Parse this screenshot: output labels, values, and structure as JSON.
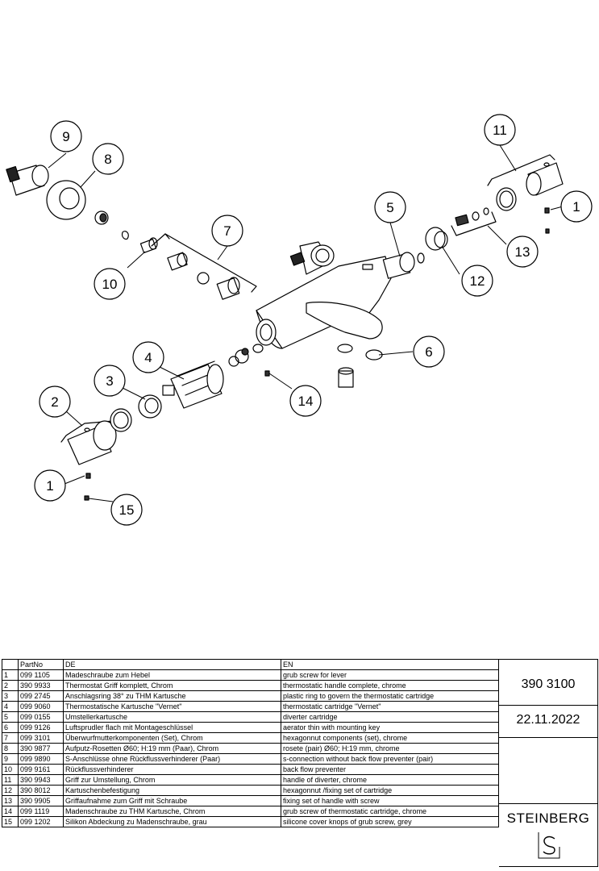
{
  "callouts": [
    {
      "num": "9"
    },
    {
      "num": "8"
    },
    {
      "num": "10"
    },
    {
      "num": "7"
    },
    {
      "num": "4"
    },
    {
      "num": "3"
    },
    {
      "num": "2"
    },
    {
      "num": "1"
    },
    {
      "num": "15"
    },
    {
      "num": "14"
    },
    {
      "num": "6"
    },
    {
      "num": "5"
    },
    {
      "num": "12"
    },
    {
      "num": "11"
    },
    {
      "num": "13"
    },
    {
      "num": "1"
    }
  ],
  "table": {
    "headers": [
      "",
      "PartNo",
      "DE",
      "EN"
    ],
    "rows": [
      [
        "1",
        "099 1105",
        "Madeschraube zum Hebel",
        "grub screw for lever"
      ],
      [
        "2",
        "390 9933",
        "Thermostat Griff komplett, Chrom",
        "thermostatic handle complete, chrome"
      ],
      [
        "3",
        "099 2745",
        "Anschlagsring 38° zu THM Kartusche",
        "plastic ring to govern the thermostatic cartridge"
      ],
      [
        "4",
        "099 9060",
        "Thermostatische Kartusche \"Vernet\"",
        "thermostatic cartridge \"Vernet\""
      ],
      [
        "5",
        "099 0155",
        "Umstellerkartusche",
        "diverter cartridge"
      ],
      [
        "6",
        "099 9126",
        "Luftsprudler flach mit Montageschlüssel",
        "aerator  thin with mounting key"
      ],
      [
        "7",
        "099 3101",
        "Überwurfmutterkomponenten (Set), Chrom",
        "hexagonnut components (set), chrome"
      ],
      [
        "8",
        "390 9877",
        "Aufputz-Rosetten Ø60; H:19 mm (Paar), Chrom",
        "rosete (pair) Ø60; H:19 mm, chrome"
      ],
      [
        "9",
        "099 9890",
        "S-Anschlüsse ohne Rückflussverhinderer (Paar)",
        "s-connection without back flow preventer (pair)"
      ],
      [
        "10",
        "099 9161",
        "Rückflussverhinderer",
        "back flow preventer"
      ],
      [
        "11",
        "390 9943",
        "Griff zur Umstellung, Chrom",
        "handle of diverter, chrome"
      ],
      [
        "12",
        "390 8012",
        "Kartuschenbefestigung",
        "hexagonnut /fixing set of cartridge"
      ],
      [
        "13",
        "390 9905",
        "Griffaufnahme zum Griff mit Schraube",
        "fixing set of handle with screw"
      ],
      [
        "14",
        "099 1119",
        "Madenschraube zu THM Kartusche, Chrom",
        "grub screw of thermostatic cartridge, chrome"
      ],
      [
        "15",
        "099 1202",
        "Silikon Abdeckung zu Madenschraube, grau",
        "silicone cover knops of grub screw, grey"
      ]
    ]
  },
  "title_block": {
    "article": "390 3100",
    "date": "22.11.2022",
    "brand": "STEINBERG"
  },
  "icons": [
    "steinberg-logo-icon"
  ]
}
